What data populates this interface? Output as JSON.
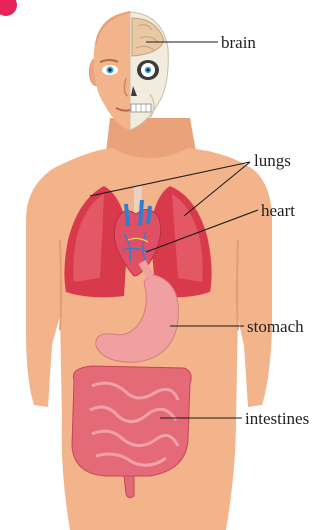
{
  "diagram": {
    "labels": {
      "brain": "brain",
      "lungs": "lungs",
      "heart": "heart",
      "stomach": "stomach",
      "intestines": "intestines"
    },
    "colors": {
      "skin": "#f3b48c",
      "skin_shadow": "#e49c74",
      "lungs": "#d83a4b",
      "lungs_light": "#ef6f7c",
      "heart": "#e05064",
      "vessel_blue": "#2f7fd0",
      "stomach": "#f0a0a0",
      "intestines": "#e46a78",
      "skull": "#f1ecdd",
      "brain": "#e9c9a3",
      "badge": "#e5245c"
    }
  }
}
